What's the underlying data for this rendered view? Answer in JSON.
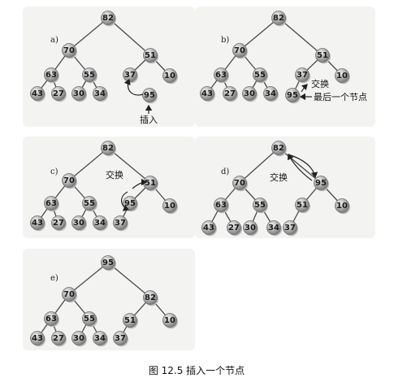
{
  "caption": "图 12.5   插入一个节点",
  "panels": {
    "a": {
      "label": "a)",
      "nodes": {
        "n82": "82",
        "n70": "70",
        "n51": "51",
        "n63": "63",
        "n55": "55",
        "n37": "37",
        "n10": "10",
        "n43": "43",
        "n27": "27",
        "n30": "30",
        "n34": "34",
        "n95": "95"
      },
      "annotations": {
        "insert": "插入"
      }
    },
    "b": {
      "label": "b)",
      "nodes": {
        "n82": "82",
        "n70": "70",
        "n51": "51",
        "n63": "63",
        "n55": "55",
        "n37": "37",
        "n10": "10",
        "n43": "43",
        "n27": "27",
        "n30": "30",
        "n34": "34",
        "n95": "95"
      },
      "annotations": {
        "swap": "交换",
        "last_node": "最后一个节点"
      }
    },
    "c": {
      "label": "c)",
      "nodes": {
        "n82": "82",
        "n70": "70",
        "n51": "51",
        "n63": "63",
        "n55": "55",
        "n95": "95",
        "n10": "10",
        "n43": "43",
        "n27": "27",
        "n30": "30",
        "n34": "34",
        "n37": "37"
      },
      "annotations": {
        "swap": "交换"
      }
    },
    "d": {
      "label": "d)",
      "nodes": {
        "n82": "82",
        "n70": "70",
        "n95": "95",
        "n63": "63",
        "n55": "55",
        "n51": "51",
        "n10": "10",
        "n43": "43",
        "n27": "27",
        "n30": "30",
        "n34": "34",
        "n37": "37"
      },
      "annotations": {
        "swap": "交换"
      }
    },
    "e": {
      "label": "e)",
      "nodes": {
        "n95": "95",
        "n70": "70",
        "n82": "82",
        "n63": "63",
        "n55": "55",
        "n51": "51",
        "n10": "10",
        "n43": "43",
        "n27": "27",
        "n30": "30",
        "n34": "34",
        "n37": "37"
      },
      "annotations": {}
    }
  }
}
